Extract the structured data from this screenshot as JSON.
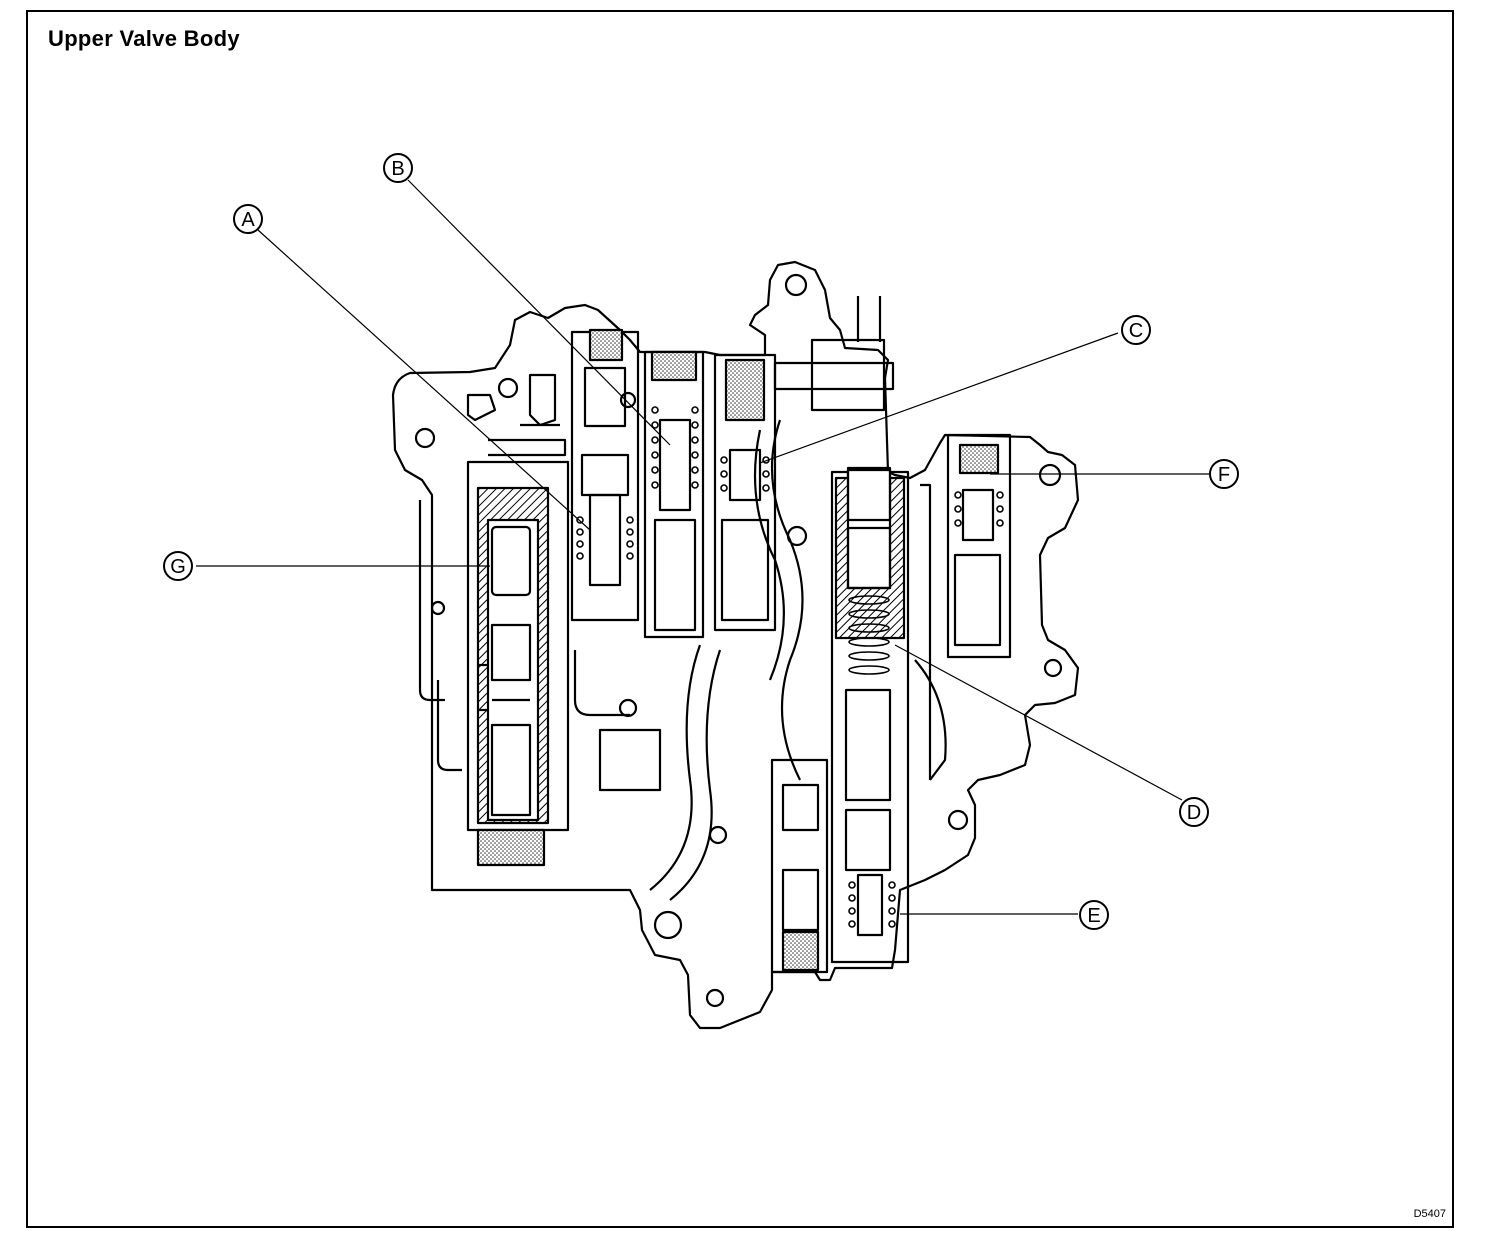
{
  "title": "Upper Valve Body",
  "figure_code": "D5407",
  "callouts": {
    "A": "A",
    "B": "B",
    "C": "C",
    "D": "D",
    "E": "E",
    "F": "F",
    "G": "G"
  }
}
